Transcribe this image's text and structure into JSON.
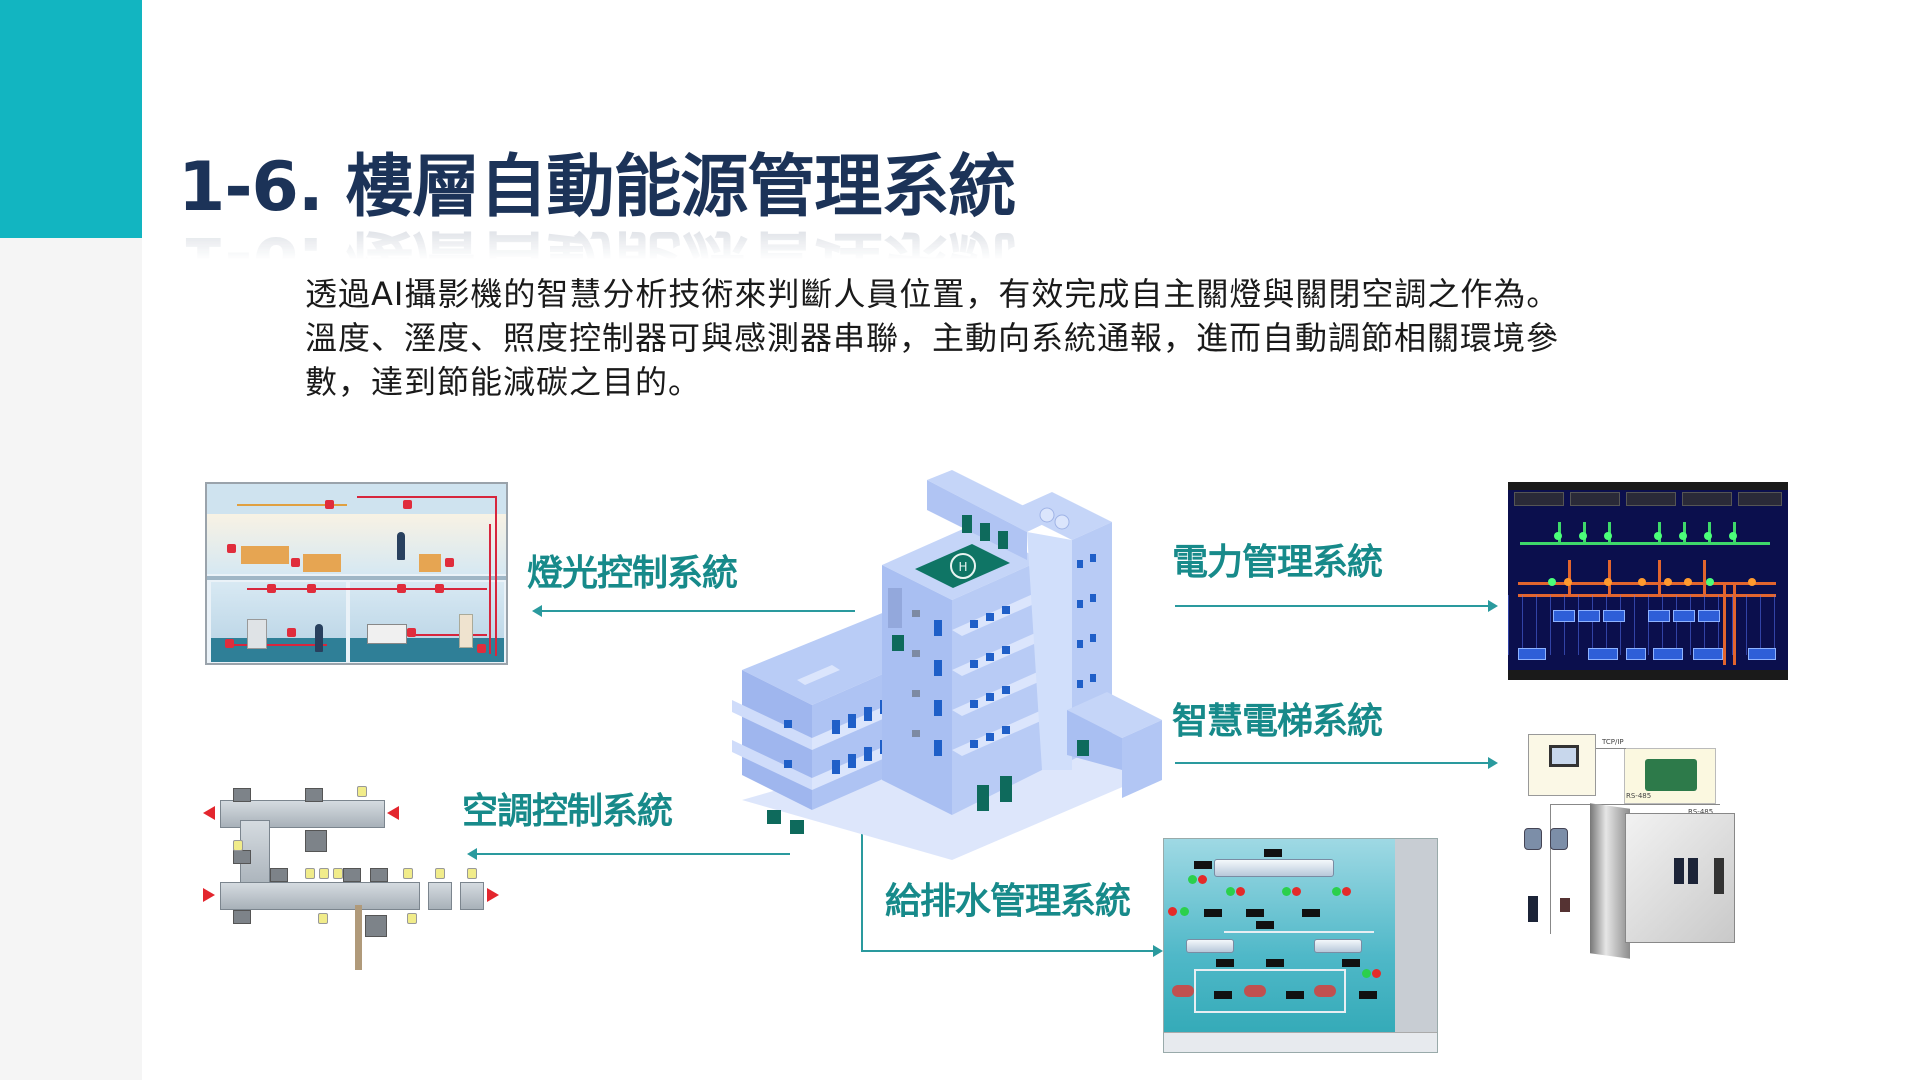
{
  "slide": {
    "title": "1-6. 樓層自動能源管理系統",
    "paragraph_lines": [
      "透過AI攝影機的智慧分析技術來判斷人員位置，有效完成自主關燈與關閉空調之作為。",
      "溫度、溼度、照度控制器可與感測器串聯，主動向系統通報，進而自動調節相關環境參",
      "數，達到節能減碳之目的。"
    ]
  },
  "colors": {
    "accent_bar": "#12b5c1",
    "side_strip": "#f5f5f5",
    "title": "#1c3358",
    "system_label": "#178a8a",
    "arrow": "#2a9a9e"
  },
  "diagram": {
    "center": {
      "name": "building-illustration",
      "helipad_mark": "H"
    },
    "systems": [
      {
        "id": "lighting",
        "label": "燈光控制系統",
        "direction": "left"
      },
      {
        "id": "power",
        "label": "電力管理系統",
        "direction": "right"
      },
      {
        "id": "elevator",
        "label": "智慧電梯系統",
        "direction": "right",
        "image_labels": [
          "TCP/IP",
          "RS-485",
          "RS-485"
        ]
      },
      {
        "id": "hvac",
        "label": "空調控制系統",
        "direction": "left"
      },
      {
        "id": "water",
        "label": "給排水管理系統",
        "direction": "down-right"
      }
    ]
  }
}
